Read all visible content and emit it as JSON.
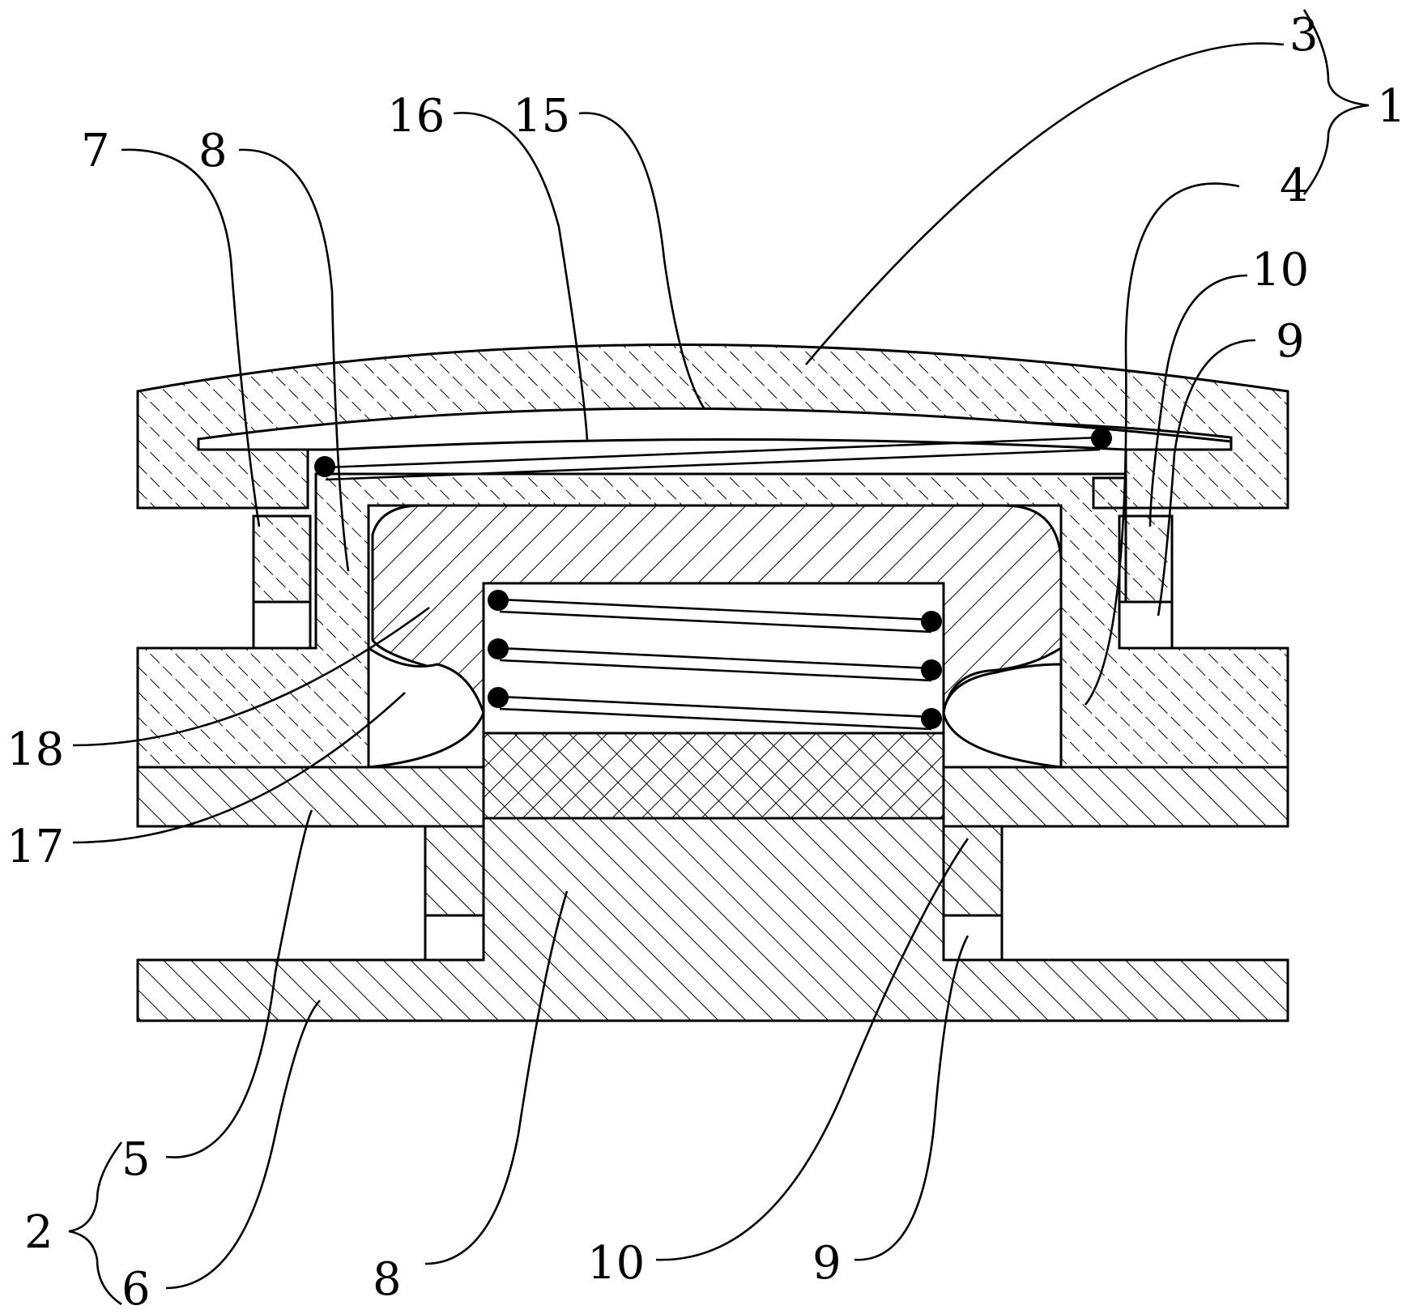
{
  "figure": {
    "labels": {
      "l1": "1",
      "l2": "2",
      "l3": "3",
      "l4": "4",
      "l5": "5",
      "l6": "6",
      "l7": "7",
      "l8_top": "8",
      "l8_bottom": "8",
      "l9_right": "9",
      "l9_bottom": "9",
      "l10_right": "10",
      "l10_bottom": "10",
      "l15": "15",
      "l16": "16",
      "l17": "17",
      "l18": "18"
    }
  }
}
